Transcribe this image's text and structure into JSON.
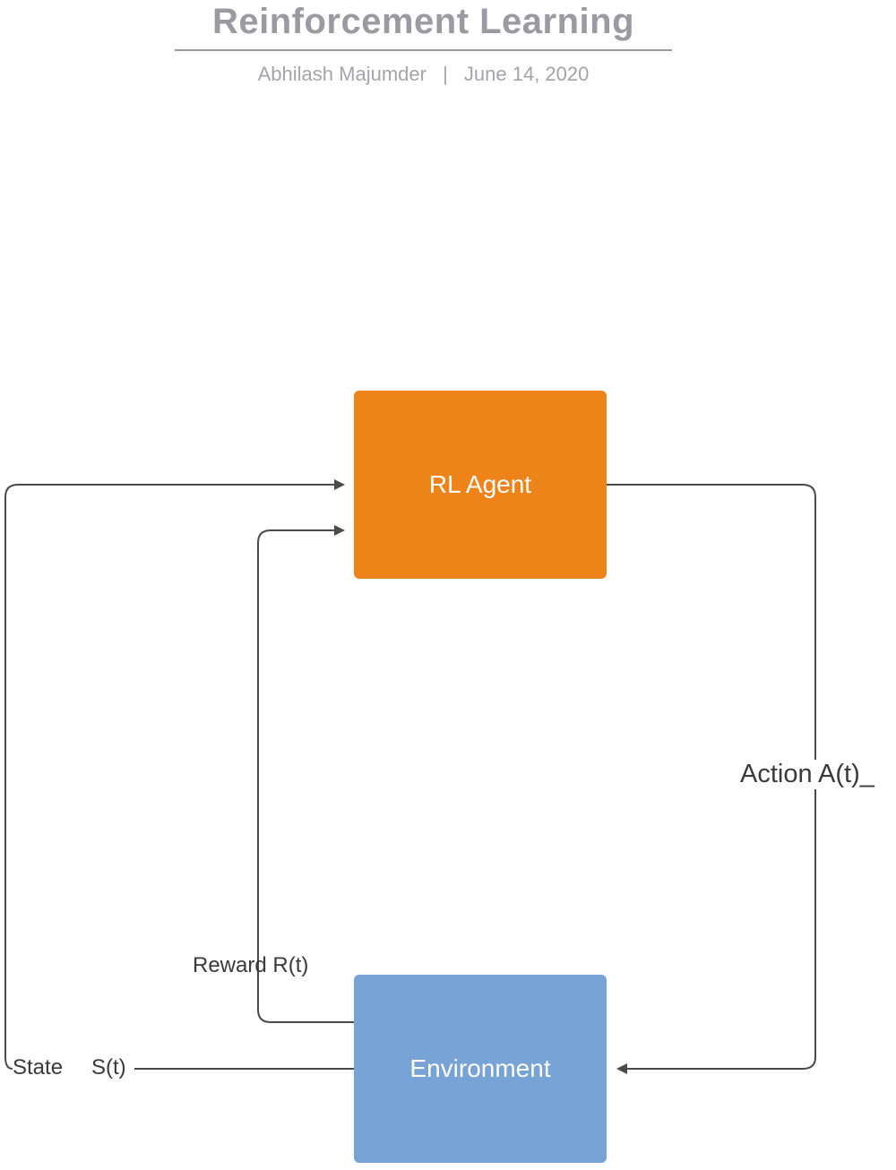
{
  "header": {
    "title": "Reinforcement Learning",
    "author": "Abhilash Majumder",
    "separator": "|",
    "date": "June 14, 2020"
  },
  "nodes": {
    "agent": {
      "label": "RL Agent",
      "color": "#ee8419"
    },
    "environment": {
      "label": "Environment",
      "color": "#77a3d6"
    }
  },
  "edges": {
    "action": {
      "label": "Action A(t)_",
      "from": "agent",
      "to": "environment"
    },
    "reward": {
      "label": "Reward R(t)",
      "from": "environment",
      "to": "agent"
    },
    "state": {
      "label_word": "State",
      "label_symbol": "S(t)",
      "from": "environment",
      "to": "agent"
    }
  },
  "colors": {
    "line": "#4a4a4a",
    "text": "#3a3a3a",
    "header_text": "#9a9aa0"
  }
}
